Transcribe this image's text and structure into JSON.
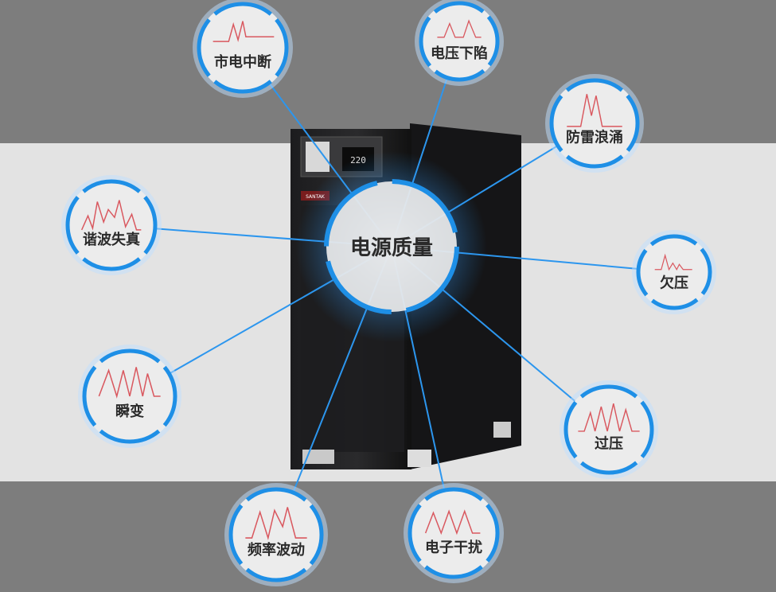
{
  "center": {
    "label": "电源质量"
  },
  "ups": {
    "display_value": "220",
    "brand": "SANTAK"
  },
  "problems": [
    {
      "id": "power-outage",
      "label": "市电中断"
    },
    {
      "id": "voltage-sag",
      "label": "电压下陷"
    },
    {
      "id": "lightning-surge",
      "label": "防雷浪涌"
    },
    {
      "id": "harmonic-distortion",
      "label": "谐波失真"
    },
    {
      "id": "undervoltage",
      "label": "欠压"
    },
    {
      "id": "transient",
      "label": "瞬变"
    },
    {
      "id": "overvoltage",
      "label": "过压"
    },
    {
      "id": "frequency-fluctuation",
      "label": "频率波动"
    },
    {
      "id": "electronic-interference",
      "label": "电子干扰"
    }
  ],
  "colors": {
    "ring": "#1e8fe6",
    "wave": "#d9585f",
    "band_dark": "#7d7d7d",
    "band_light": "#e3e3e3"
  }
}
